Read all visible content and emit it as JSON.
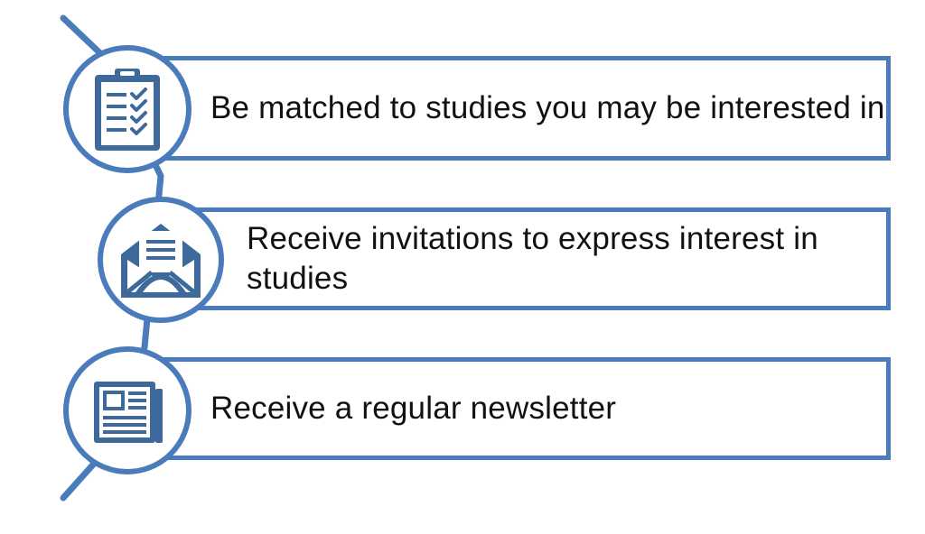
{
  "colors": {
    "accent": "#4a7bbb",
    "icon": "#3d6a9a",
    "text": "#111111"
  },
  "benefits": [
    {
      "icon": "clipboard-checklist-icon",
      "text": "Be matched to studies you may be interested in"
    },
    {
      "icon": "open-envelope-letter-icon",
      "text": "Receive invitations to express interest in studies"
    },
    {
      "icon": "newspaper-icon",
      "text": "Receive a regular newsletter"
    }
  ]
}
